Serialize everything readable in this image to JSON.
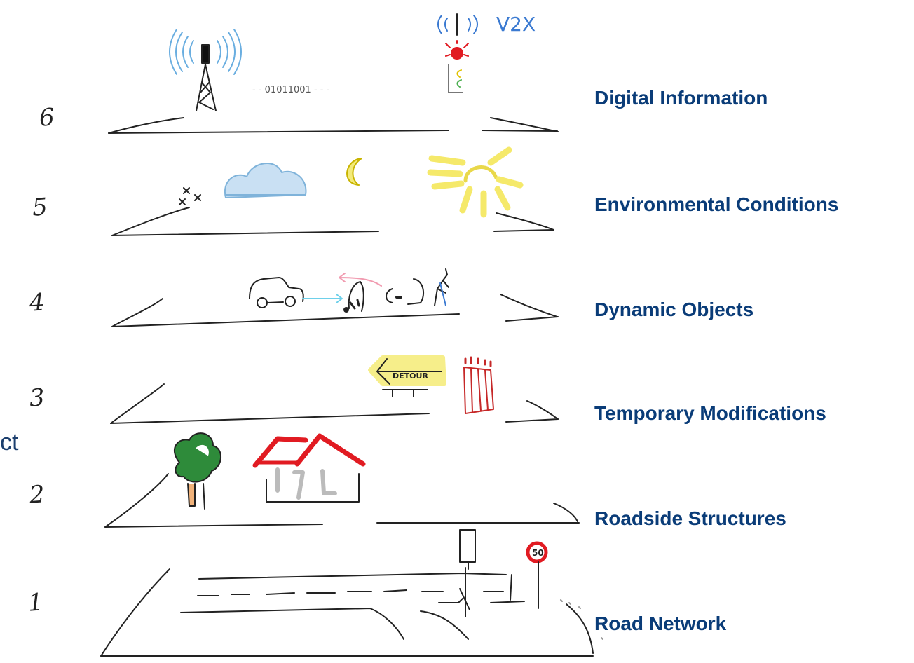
{
  "layers": [
    {
      "number": "6",
      "label": "Digital Information"
    },
    {
      "number": "5",
      "label": "Environmental Conditions"
    },
    {
      "number": "4",
      "label": "Dynamic Objects"
    },
    {
      "number": "3",
      "label": "Temporary Modifications"
    },
    {
      "number": "2",
      "label": "Roadside Structures"
    },
    {
      "number": "1",
      "label": "Road Network"
    }
  ],
  "sketch_text": {
    "v2x": "V2X",
    "binary": "- - 01011001 - - -",
    "detour": "DETOUR",
    "speed_limit": "50",
    "clipped_text": "ct"
  },
  "colors": {
    "label_color": "#0a3c78",
    "v2x_blue": "#3b7ad1",
    "sun_yellow": "#f5e96a",
    "cloud_blue": "#a9cdea",
    "roof_red": "#e11b22"
  }
}
